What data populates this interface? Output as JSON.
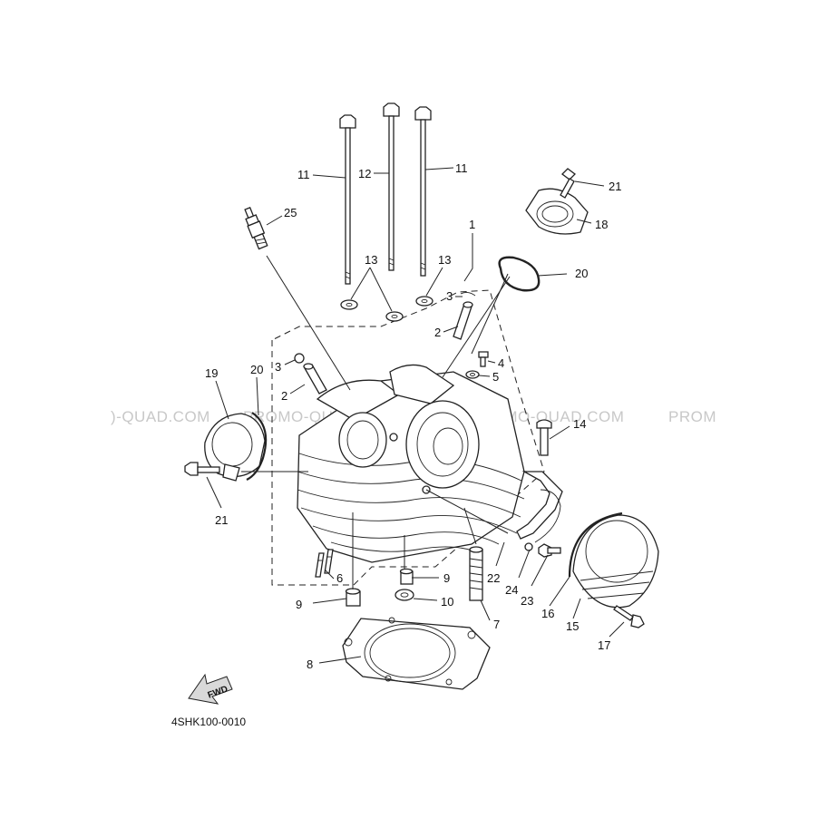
{
  "diagram": {
    "code": "4SHK100-0010",
    "watermark": "PROMO-QUAD.COM",
    "watermark_left": ")-QUAD.COM",
    "watermark_right": "PROM",
    "fwd_label": "FWD",
    "callouts": {
      "c1": "1",
      "c2a": "2",
      "c2b": "2",
      "c3a": "3",
      "c3b": "3",
      "c4": "4",
      "c5": "5",
      "c6": "6",
      "c7": "7",
      "c8": "8",
      "c9a": "9",
      "c9b": "9",
      "c10": "10",
      "c11a": "11",
      "c11b": "11",
      "c12": "12",
      "c13a": "13",
      "c13b": "13",
      "c14": "14",
      "c15": "15",
      "c16": "16",
      "c17": "17",
      "c18": "18",
      "c19": "19",
      "c20a": "20",
      "c20b": "20",
      "c21a": "21",
      "c21b": "21",
      "c22": "22",
      "c23": "23",
      "c24": "24",
      "c25": "25"
    }
  }
}
